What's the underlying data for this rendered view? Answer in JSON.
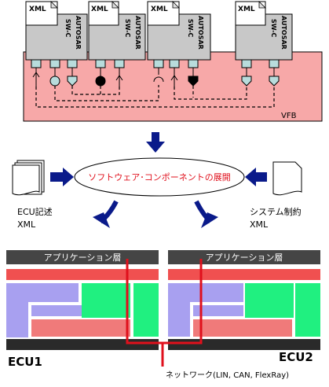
{
  "vfb": {
    "label": "VFB",
    "components": [
      {
        "xml": "XML",
        "line1": "SW-C",
        "line2": "AUTOSAR"
      },
      {
        "xml": "XML",
        "line1": "SW-C",
        "line2": "AUTOSAR"
      },
      {
        "xml": "XML",
        "line1": "SW-C",
        "line2": "AUTOSAR"
      },
      {
        "xml": "XML",
        "line1": "SW-C",
        "line2": "AUTOSAR"
      }
    ]
  },
  "deploy": {
    "center_label": "ソフトウェア･コンポーネントの展開",
    "left_label_1": "ECU記述",
    "left_label_2": "XML",
    "right_label_1": "システム制約",
    "right_label_2": "XML"
  },
  "ecus": {
    "left_layer_label": "アプリケーション層",
    "right_layer_label": "アプリケーション層",
    "left_name": "ECU1",
    "right_name": "ECU2",
    "network_label": "ネットワーク(LIN, CAN, FlexRay)"
  },
  "colors": {
    "vfb_fill": "#f7a8a8",
    "component_fill": "#c8c8c8",
    "port_fill": "#b8dcdc",
    "arrow_blue": "#0a1a8a",
    "ellipse_text": "#e0101c",
    "ecu_red": "#f05050",
    "ecu_purple": "#a8a0f0",
    "ecu_green": "#20f080",
    "ecu_pink": "#f07a7a",
    "network_red": "#e0101c"
  }
}
